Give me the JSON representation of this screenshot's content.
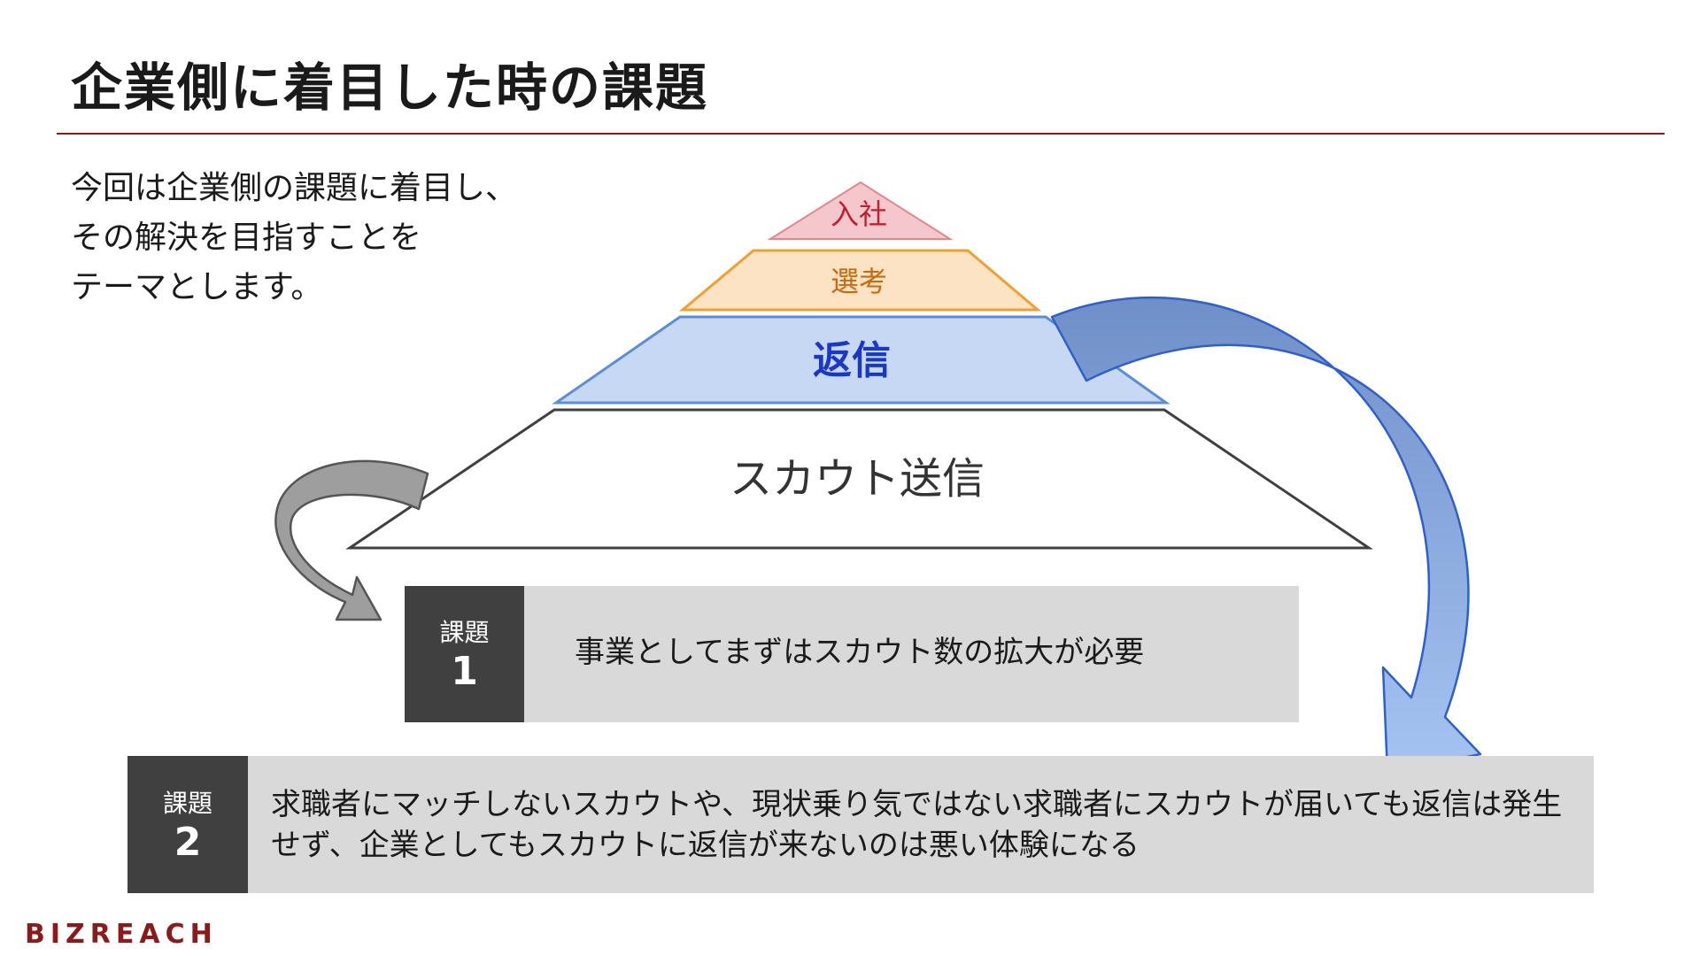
{
  "slide": {
    "title": "企業側に着目した時の課題",
    "intro_lines": [
      "今回は企業側の課題に着目し、",
      "その解決を目指すことを",
      "テーマとします。"
    ]
  },
  "pyramid": {
    "levels": [
      {
        "label": "入社",
        "fill": "#f4c7cc",
        "stroke": "#e08890",
        "text_color": "#c0202c"
      },
      {
        "label": "選考",
        "fill": "#fbe3c4",
        "stroke": "#f0a030",
        "text_color": "#c86a10"
      },
      {
        "label": "返信",
        "fill": "#c6d8f4",
        "stroke": "#5b8dd8",
        "text_color": "#1a38c8"
      },
      {
        "label": "スカウト送信",
        "fill": "#ffffff",
        "stroke": "#404040",
        "text_color": "#333333"
      }
    ]
  },
  "issues": [
    {
      "tag_label": "課題",
      "number": "1",
      "text": "事業としてまずはスカウト数の拡大が必要"
    },
    {
      "tag_label": "課題",
      "number": "2",
      "text": "求職者にマッチしないスカウトや、現状乗り気ではない求職者にスカウトが届いても返信は発生せず、企業としてもスカウトに返信が来ないのは悪い体験になる"
    }
  ],
  "brand": {
    "logo_text": "BIZREACH",
    "color": "#8b1a1a"
  }
}
